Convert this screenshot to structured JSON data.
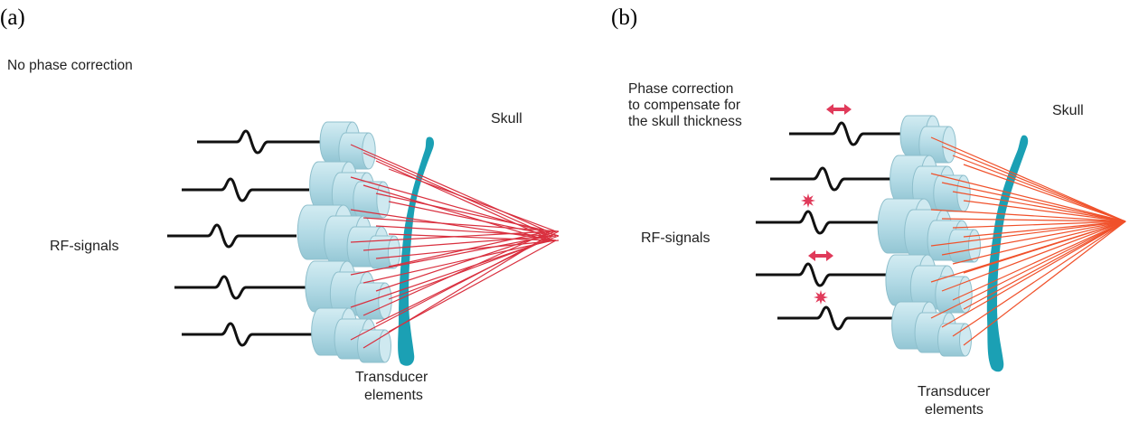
{
  "panels": [
    {
      "label": "(a)",
      "caption_lines": [
        "No phase correction"
      ],
      "skull_label": "Skull",
      "signals_label": "RF-signals",
      "transducer_label_lines": [
        "Transducer",
        "elements"
      ]
    },
    {
      "label": "(b)",
      "caption_lines": [
        "Phase correction",
        "to compensate for",
        "the skull thickness"
      ],
      "skull_label": "Skull",
      "signals_label": "RF-signals",
      "transducer_label_lines": [
        "Transducer",
        "elements"
      ]
    }
  ],
  "colors": {
    "beam_a": "#d9303f",
    "beam_b": "#f0512b",
    "skull": "#1ba0b4",
    "cylinder": "#b6dde7",
    "cylinder_edge": "#8ebfcc",
    "marker": "#e03a5a",
    "wire": "#111111"
  },
  "icons": [
    "double-arrow-marker",
    "star-marker"
  ]
}
